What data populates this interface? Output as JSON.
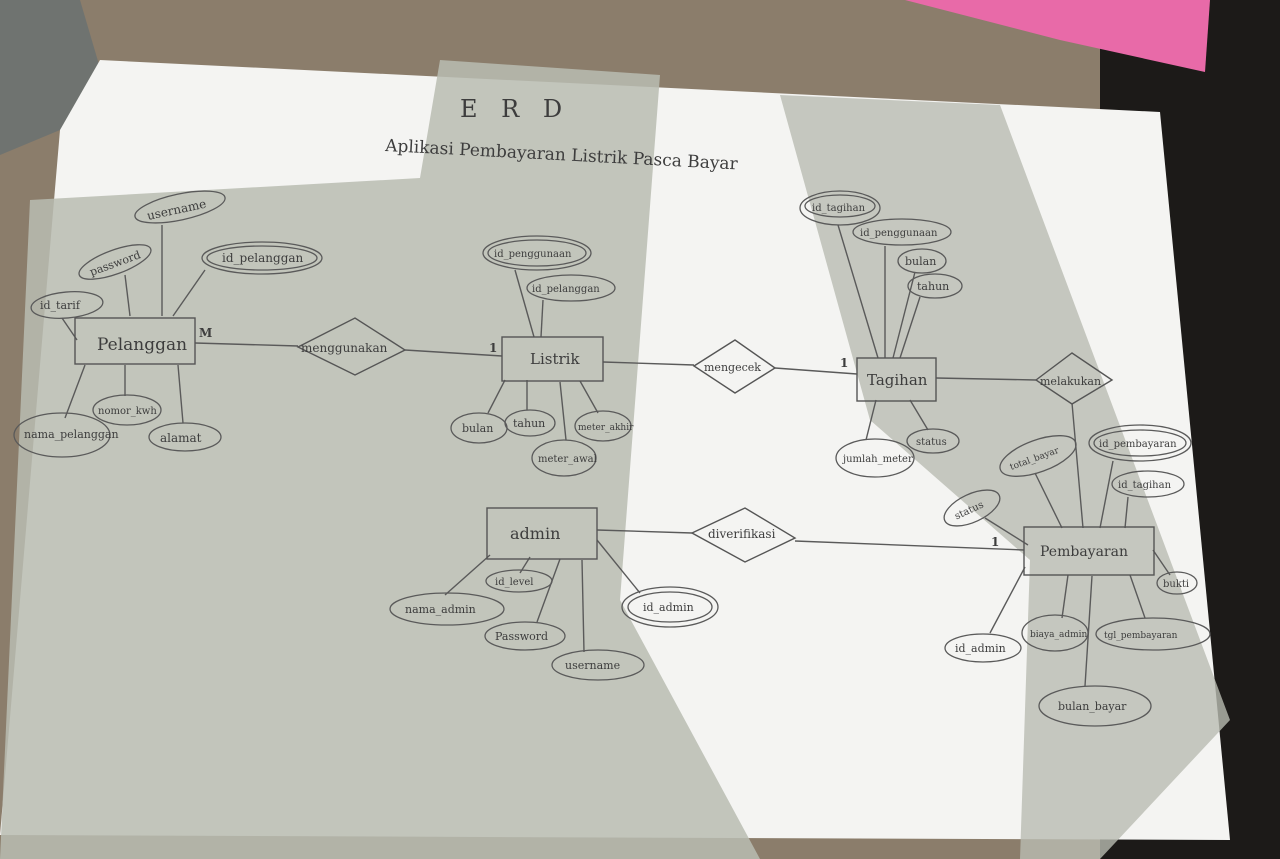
{
  "title": "E R D",
  "subtitle": "Aplikasi Pembayaran Listrik Pasca Bayar",
  "entities": [
    {
      "id": "pelanggan",
      "label": "Pelanggan"
    },
    {
      "id": "listrik",
      "label": "Listrik"
    },
    {
      "id": "tagihan",
      "label": "Tagihan"
    },
    {
      "id": "admin",
      "label": "admin"
    },
    {
      "id": "pembayaran",
      "label": "Pembayaran"
    }
  ],
  "relationships": [
    {
      "id": "menggunakan",
      "label": "menggunakan"
    },
    {
      "id": "mengecek",
      "label": "mengecek"
    },
    {
      "id": "melakukan",
      "label": "melakukan"
    },
    {
      "id": "diverifikasi",
      "label": "diverifikasi"
    }
  ],
  "cardinalities": {
    "pelanggan_menggunakan": "M",
    "listrik_menggunakan": "1",
    "tagihan_mengecek": "1",
    "pembayaran_diverifikasi": "1"
  },
  "attributes": {
    "pelanggan": [
      "username",
      "password",
      "id_pelanggan",
      "id_tarif",
      "nama_pelanggan",
      "nomor_kwh",
      "alamat"
    ],
    "listrik": [
      "id_penggunaan",
      "id_pelanggan",
      "bulan",
      "tahun",
      "meter_awal",
      "meter_akhir"
    ],
    "tagihan": [
      "id_tagihan",
      "id_penggunaan",
      "bulan",
      "tahun",
      "jumlah_meter",
      "status"
    ],
    "admin": [
      "id_level",
      "nama_admin",
      "Password",
      "username",
      "id_admin"
    ],
    "pembayaran": [
      "total_bayar",
      "id_pembayaran",
      "id_tagihan",
      "status",
      "bukti",
      "id_admin",
      "biaya_admin",
      "tgl_pembayaran",
      "bulan_bayar"
    ]
  }
}
